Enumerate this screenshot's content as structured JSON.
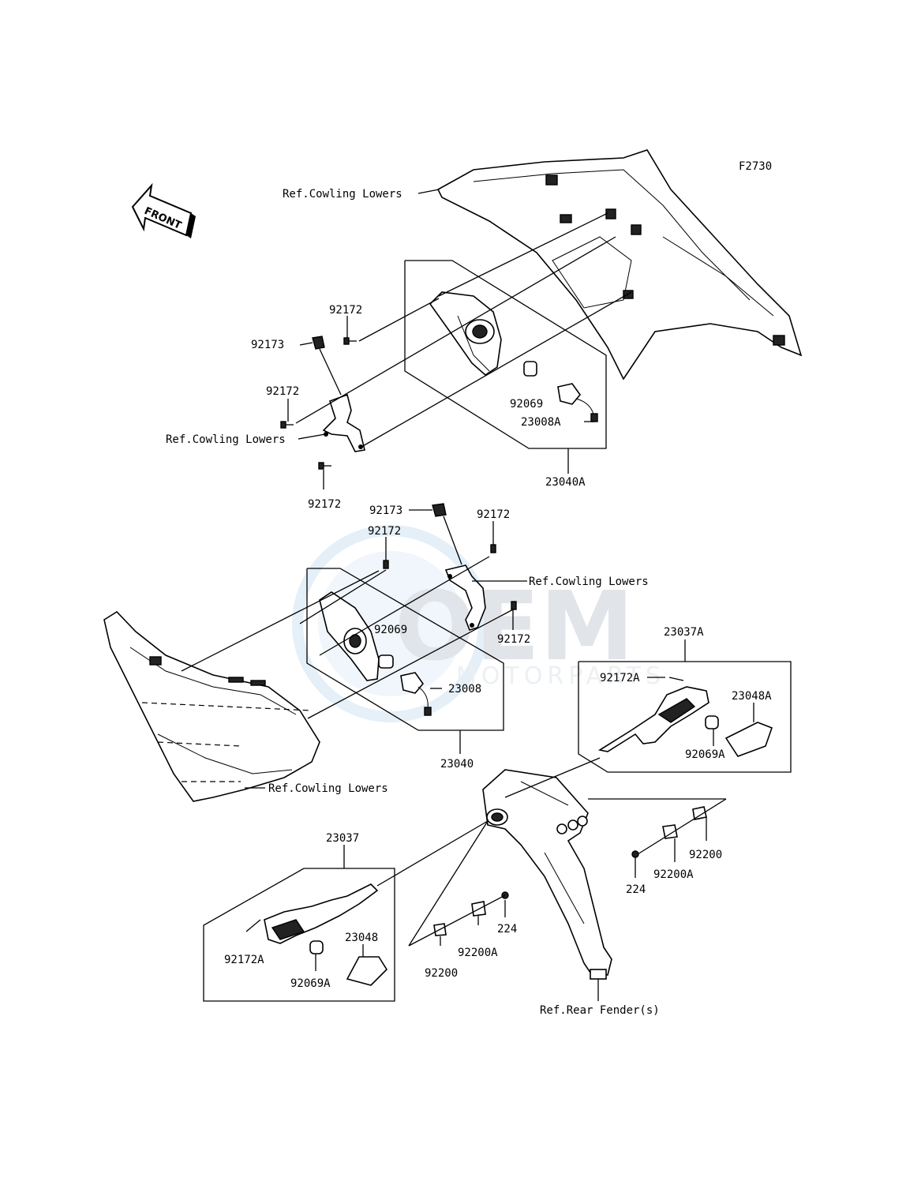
{
  "figure_code": "F2730",
  "front_label": "FRONT",
  "watermark": {
    "logo_text": "OEM",
    "sub_text": "MOTORPARTS"
  },
  "refs": {
    "cowling_lowers_top": "Ref.Cowling Lowers",
    "cowling_lowers_upper_bracket": "Ref.Cowling Lowers",
    "cowling_lowers_mid": "Ref.Cowling Lowers",
    "cowling_lowers_bottom": "Ref.Cowling Lowers",
    "rear_fender": "Ref.Rear Fender(s)"
  },
  "labels": {
    "p92172_a": "92172",
    "p92173_a": "92173",
    "p92172_b": "92172",
    "p92172_c": "92172",
    "p92069_a": "92069",
    "p23008A": "23008A",
    "p23040A": "23040A",
    "p92173_b": "92173",
    "p92172_d": "92172",
    "p92172_e": "92172",
    "p92069_b": "92069",
    "p92172_f": "92172",
    "p23008": "23008",
    "p23040": "23040",
    "p23037A": "23037A",
    "p92172A_a": "92172A",
    "p23048A": "23048A",
    "p92069A_a": "92069A",
    "p23037": "23037",
    "p92172A_b": "92172A",
    "p23048": "23048",
    "p92069A_b": "92069A",
    "p224_a": "224",
    "p92200A_a": "92200A",
    "p92200_a": "92200",
    "p224_b": "224",
    "p92200A_b": "92200A",
    "p92200_b": "92200"
  }
}
